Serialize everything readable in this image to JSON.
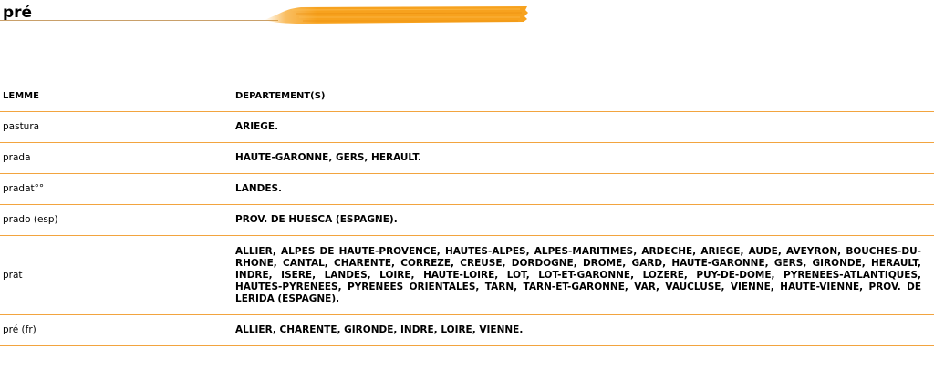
{
  "page": {
    "title": "pré"
  },
  "table": {
    "headers": {
      "lemme": "LEMME",
      "departements": "DEPARTEMENT(S)"
    },
    "rows": [
      {
        "lemme": "pastura",
        "departements": "ARIEGE."
      },
      {
        "lemme": "prada",
        "departements": "HAUTE-GARONNE, GERS, HERAULT."
      },
      {
        "lemme": "pradat°°",
        "departements": "LANDES."
      },
      {
        "lemme": "prado (esp)",
        "departements": "PROV. DE HUESCA (ESPAGNE)."
      },
      {
        "lemme": "prat",
        "departements": "ALLIER, ALPES DE HAUTE-PROVENCE, HAUTES-ALPES, ALPES-MARITIMES, ARDECHE, ARIEGE, AUDE, AVEYRON, BOUCHES-DU-RHONE, CANTAL, CHARENTE, CORREZE, CREUSE, DORDOGNE, DROME, GARD, HAUTE-GARONNE, GERS, GIRONDE, HERAULT, INDRE, ISERE, LANDES, LOIRE, HAUTE-LOIRE, LOT, LOT-ET-GARONNE, LOZERE, PUY-DE-DOME, PYRENEES-ATLANTIQUES, HAUTES-PYRENEES, PYRENEES ORIENTALES, TARN, TARN-ET-GARONNE, VAR, VAUCLUSE, VIENNE, HAUTE-VIENNE, PROV. DE LERIDA (ESPAGNE)."
      },
      {
        "lemme": "pré (fr)",
        "departements": "ALLIER, CHARENTE, GIRONDE, INDRE, LOIRE, VIENNE."
      }
    ]
  },
  "colors": {
    "accent": "#f2a43f",
    "brush": "#f7a21e",
    "underline": "#c9a06a"
  },
  "icons": {
    "brush": "orange-brush-stroke"
  }
}
